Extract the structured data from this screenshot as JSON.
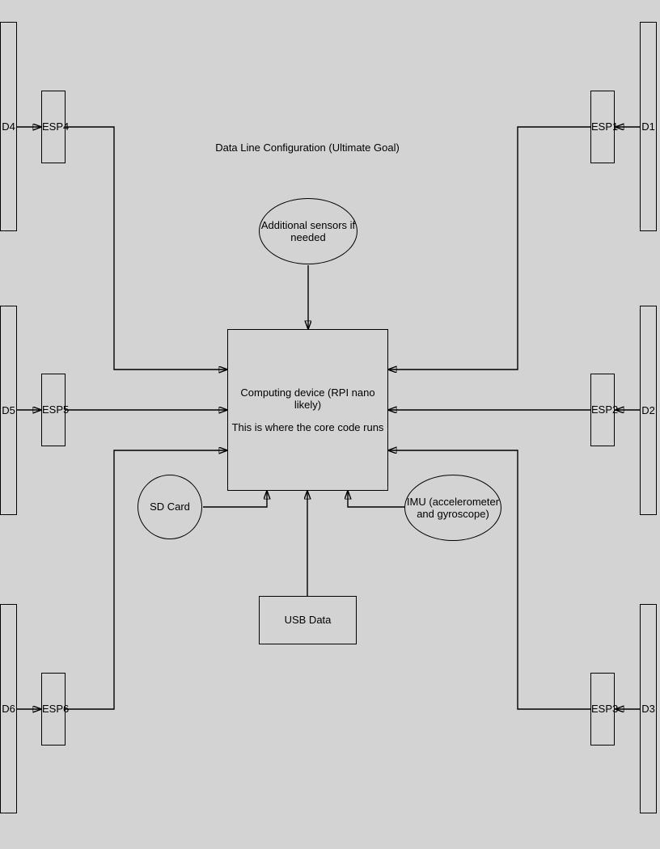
{
  "title": "Data Line Configuration (Ultimate Goal)",
  "colors": {
    "background": "#d3d3d3",
    "stroke": "#000000",
    "text": "#000000"
  },
  "center_box": {
    "lines": [
      "Computing device (RPI nano likely)",
      "This is where the core code runs"
    ]
  },
  "top_ellipse": {
    "lines": [
      "Additional sensors if",
      "needed"
    ]
  },
  "sd_card": {
    "label": "SD Card"
  },
  "imu": {
    "lines": [
      "IMU (accelerometer",
      "and gyroscope)"
    ]
  },
  "usb": {
    "label": "USB Data"
  },
  "left_column": [
    {
      "data_line": "D4",
      "esp": "ESP4"
    },
    {
      "data_line": "D5",
      "esp": "ESP5"
    },
    {
      "data_line": "D6",
      "esp": "ESP6"
    }
  ],
  "right_column": [
    {
      "data_line": "D1",
      "esp": "ESP1"
    },
    {
      "data_line": "D2",
      "esp": "ESP2"
    },
    {
      "data_line": "D3",
      "esp": "ESP3"
    }
  ]
}
